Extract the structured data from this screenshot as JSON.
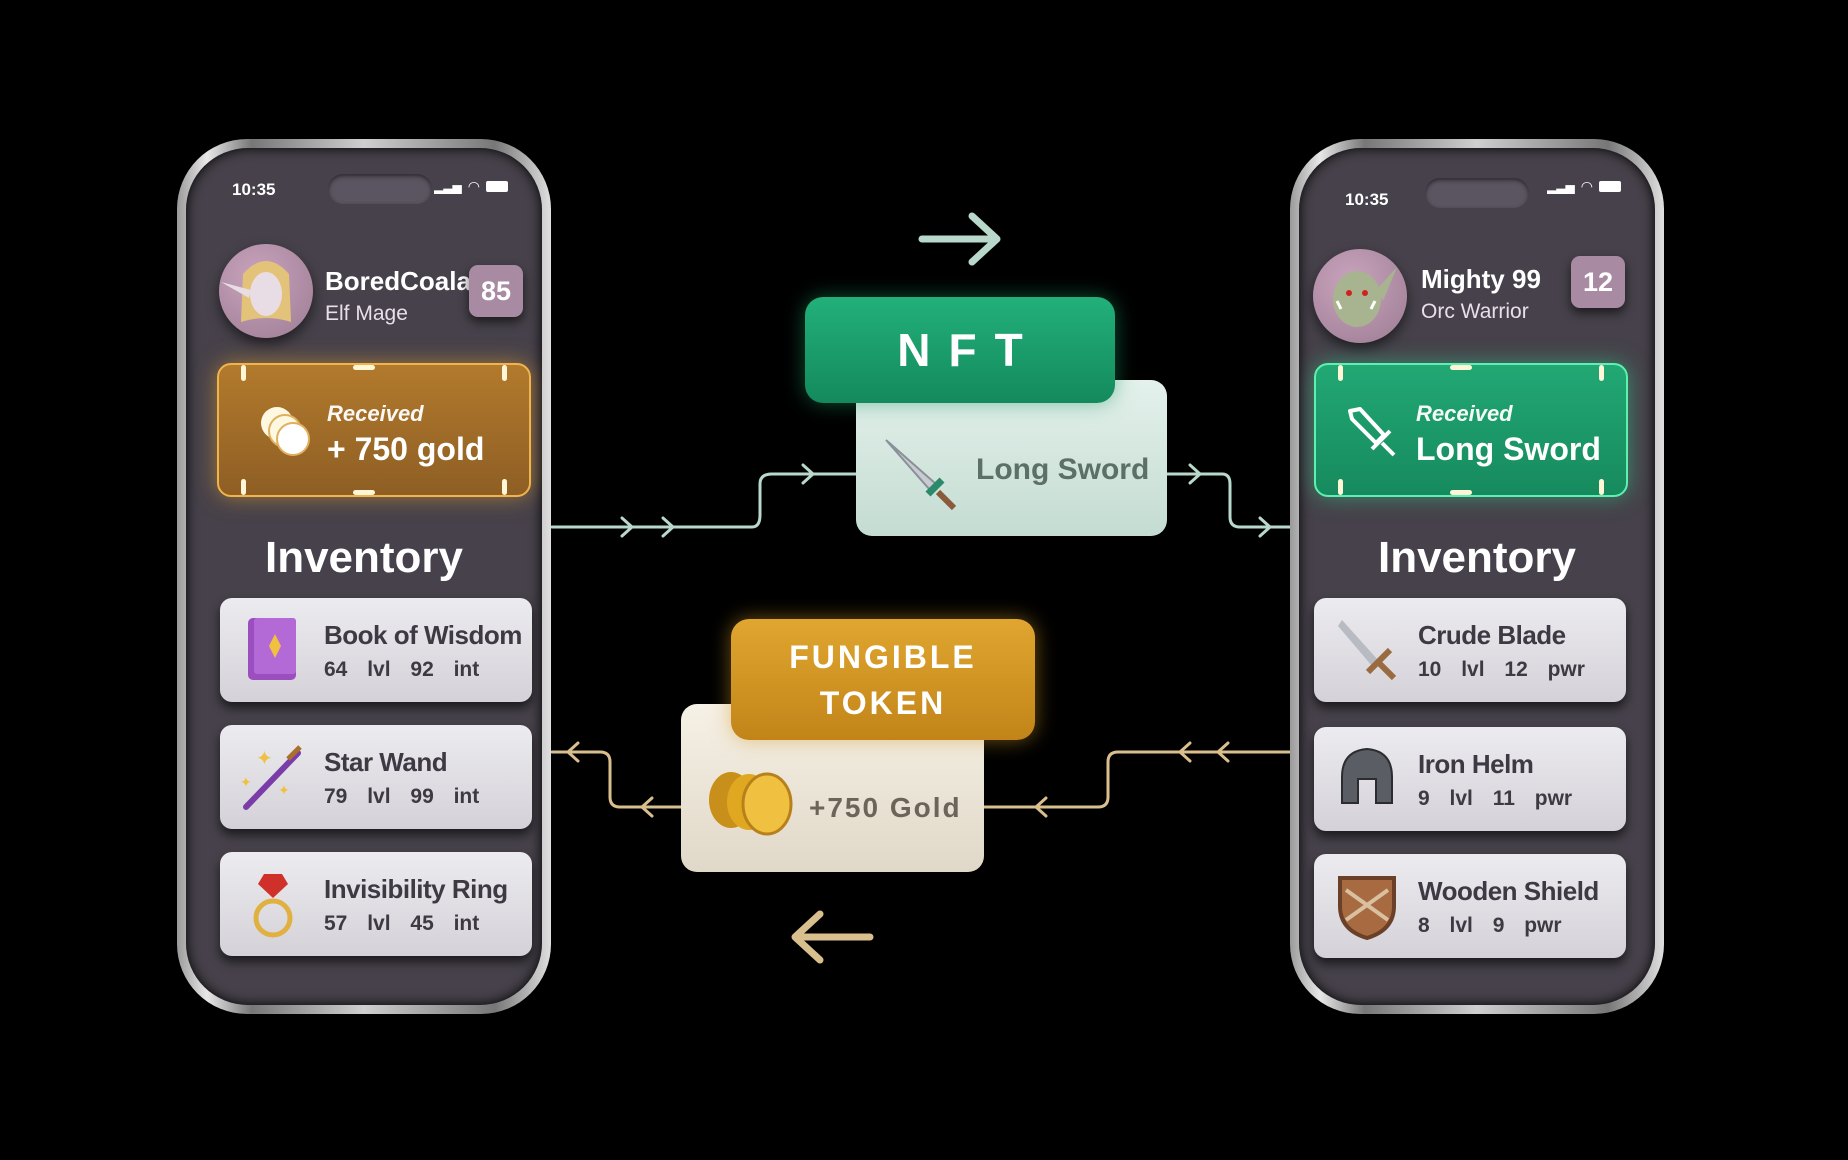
{
  "left_phone": {
    "time": "10:35",
    "player_name": "BoredCoala",
    "player_class": "Elf Mage",
    "level": "85",
    "banner": {
      "label": "Received",
      "value": "+ 750 gold",
      "icon": "coins-icon",
      "color": "#c58a2a"
    },
    "inventory_title": "Inventory",
    "items": [
      {
        "name": "Book of Wisdom",
        "lvl": "64 lvl",
        "stat": "92 int",
        "icon": "book-icon"
      },
      {
        "name": "Star Wand",
        "lvl": "79 lvl",
        "stat": "99 int",
        "icon": "wand-icon"
      },
      {
        "name": "Invisibility Ring",
        "lvl": "57 lvl",
        "stat": "45 int",
        "icon": "ring-icon"
      }
    ]
  },
  "right_phone": {
    "time": "10:35",
    "player_name": "Mighty 99",
    "player_class": "Orc Warrior",
    "level": "12",
    "banner": {
      "label": "Received",
      "value": "Long Sword",
      "icon": "sword-icon",
      "color": "#1c9a66"
    },
    "inventory_title": "Inventory",
    "items": [
      {
        "name": "Crude Blade",
        "lvl": "10 lvl",
        "stat": "12 pwr",
        "icon": "blade-icon"
      },
      {
        "name": "Iron Helm",
        "lvl": "9 lvl",
        "stat": "11 pwr",
        "icon": "helm-icon"
      },
      {
        "name": "Wooden Shield",
        "lvl": "8 lvl",
        "stat": "9 pwr",
        "icon": "shield-icon"
      }
    ]
  },
  "nft": {
    "label": "NFT",
    "item": "Long Sword",
    "color": "#1c9a66"
  },
  "fungible": {
    "label": "FUNGIBLE TOKEN",
    "item": "+750 Gold",
    "color": "#d49a2a"
  }
}
